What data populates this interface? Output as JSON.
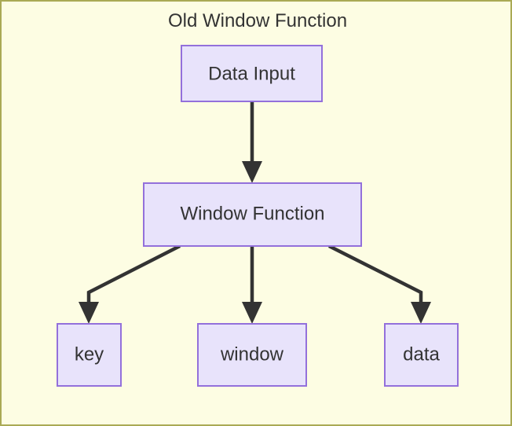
{
  "diagram": {
    "title": "Old Window Function",
    "background_color": "#fdfde3",
    "border_color": "#aaaa55",
    "node_fill_color": "#e8e3fb",
    "node_stroke_color": "#9370db",
    "edge_color": "#333333",
    "text_color": "#333333",
    "nodes": [
      {
        "id": "data-input",
        "label": "Data Input"
      },
      {
        "id": "window-function",
        "label": "Window Function"
      },
      {
        "id": "key",
        "label": "key"
      },
      {
        "id": "window",
        "label": "window"
      },
      {
        "id": "data",
        "label": "data"
      }
    ],
    "edges": [
      {
        "from": "Data Input",
        "to": "Window Function"
      },
      {
        "from": "Window Function",
        "to": "key"
      },
      {
        "from": "Window Function",
        "to": "window"
      },
      {
        "from": "Window Function",
        "to": "data"
      }
    ]
  }
}
